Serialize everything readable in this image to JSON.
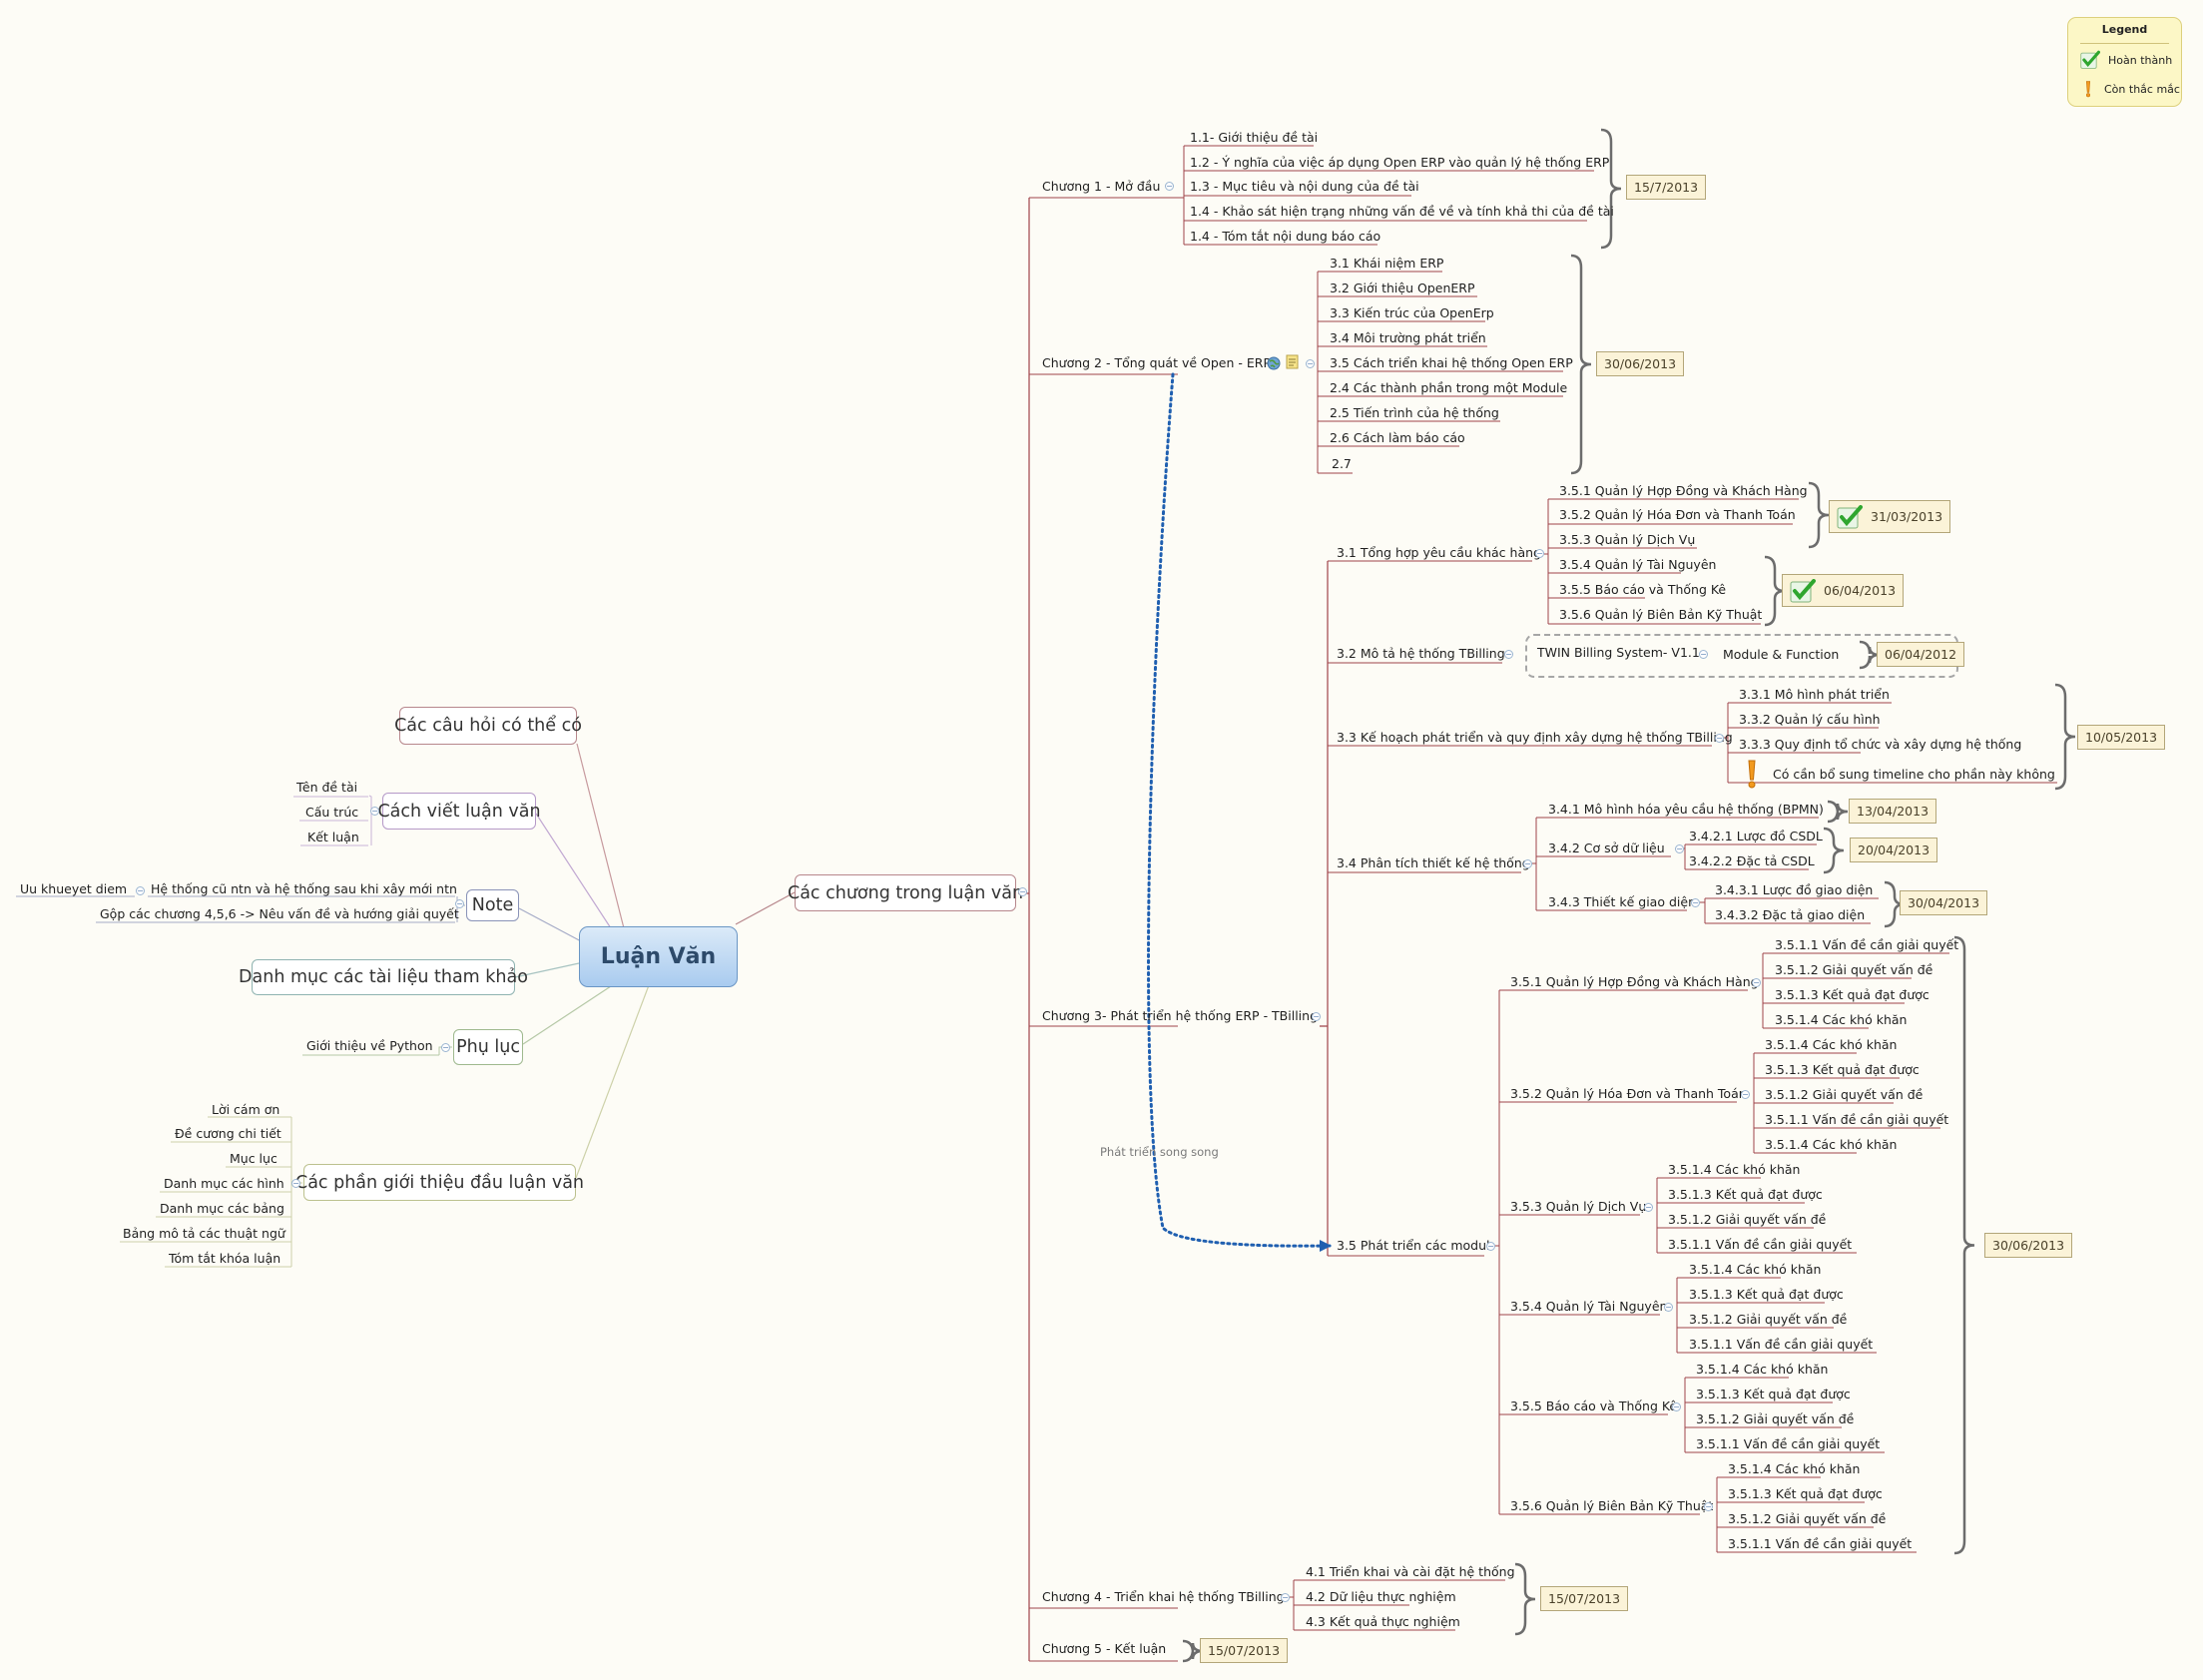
{
  "root": "Luận Văn",
  "left_branches": {
    "cau_hoi": "Các câu hỏi có thể có",
    "cach_viet": "Cách viết luận văn",
    "cach_viet_items": [
      "Tên đề tài",
      "Cấu trúc",
      "Kết luận"
    ],
    "note": "Note",
    "note_items": [
      "Hệ thống cũ ntn và hệ thống sau khi xây mới ntn",
      "Gộp các chương 4,5,6 -> Nêu vấn đề và hướng giải quyết"
    ],
    "note_sub": "Uu khueyet diem",
    "tai_lieu": "Danh mục các tài liệu tham khảo",
    "phu_luc": "Phụ lục",
    "phu_luc_items": [
      "Giới thiệu về Python"
    ],
    "gioi_thieu": "Các phần giới thiệu đầu luận văn",
    "gioi_thieu_items": [
      "Lời cám ơn",
      "Đề cương chi tiết",
      "Mục lục",
      "Danh mục các hình",
      "Danh mục các bảng",
      "Bảng mô tả các thuật ngữ",
      "Tóm tắt khóa luận"
    ]
  },
  "right_main": "Các chương trong luận văn",
  "chapters": {
    "c1": "Chương 1 - Mở đầu",
    "c1_items": [
      "1.1- Giới thiệu đề tài",
      "1.2  - Ý nghĩa của việc áp dụng Open ERP vào quản lý hệ thống ERP",
      "1.3 - Mục tiêu và nội dung của đề tài",
      "1.4 - Khảo sát hiện trạng những vấn đề về và tính khả thi của đề tài",
      "1.4 - Tóm tắt nội dung báo cáo"
    ],
    "c1_date": "15/7/2013",
    "c2": "Chương 2 - Tổng quát về Open - ERP",
    "c2_items": [
      "3.1 Khái niệm ERP",
      "3.2 Giới thiệu OpenERP",
      "3.3 Kiến trúc của OpenErp",
      "3.4 Môi trường phát triển",
      "3.5 Cách triển khai hệ thống Open ERP",
      "2.4 Các thành phần trong một Module",
      "2.5 Tiến trình của hệ thống",
      "2.6 Cách làm báo cáo",
      "2.7"
    ],
    "c2_date": "30/06/2013",
    "c3": "Chương 3- Phát triển hệ thống ERP - TBilling",
    "c4": "Chương 4 - Triển khai hệ thống TBilling",
    "c4_items": [
      "4.1 Triển khai và cài đặt hệ thống",
      "4.2 Dữ liệu thực nghiệm",
      "4.3 Kết quả thực nghiệm"
    ],
    "c4_date": "15/07/2013",
    "c5": "Chương 5 - Kết luận",
    "c5_date": "15/07/2013"
  },
  "c3": {
    "s31": "3.1 Tổng hợp yêu cầu khác hàng",
    "s31_a": [
      "3.5.1 Quản lý Hợp Đồng và Khách Hàng",
      "3.5.2 Quản lý Hóa Đơn và Thanh Toán",
      "3.5.3 Quản lý Dịch Vụ"
    ],
    "s31_a_date": "31/03/2013",
    "s31_b": [
      "3.5.4 Quản lý Tài Nguyên",
      "3.5.5 Báo cáo và Thống Kê",
      "3.5.6 Quản lý Biên Bản Kỹ Thuật"
    ],
    "s31_b_date": "06/04/2013",
    "s32": "3.2 Mô tả hệ thống TBilling",
    "s32_twin": "TWIN Billing System- V1.1",
    "s32_module": "Module & Function",
    "s32_date": "06/04/2012",
    "s33": "3.3 Kế hoạch phát triển và quy định xây dựng hệ thống TBilling",
    "s33_items": [
      "3.3.1 Mô hình phát triển",
      "3.3.2 Quản lý cấu hình",
      "3.3.3 Quy định tổ chức và xây dựng hệ thống",
      "Có cần bổ sung timeline cho phần này không"
    ],
    "s33_date": "10/05/2013",
    "s34": "3.4 Phân tích thiết kế hệ thống",
    "s341": "3.4.1 Mô hình hóa yêu cầu hệ thống (BPMN)",
    "s341_date": "13/04/2013",
    "s342": "3.4.2 Cơ sở dữ liệu",
    "s342_items": [
      "3.4.2.1 Lược đồ CSDL",
      "3.4.2.2 Đặc tả CSDL"
    ],
    "s342_date": "20/04/2013",
    "s343": "3.4.3 Thiết kế giao diện",
    "s343_items": [
      "3.4.3.1 Lược đồ giao diện",
      "3.4.3.2 Đặc tả giao diện"
    ],
    "s343_date": "30/04/2013",
    "s35": "3.5 Phát triển các modul",
    "s35_date": "30/06/2013",
    "s351": "3.5.1 Quản lý Hợp Đồng và Khách Hàng",
    "s351_items": [
      "3.5.1.1 Vấn đề cần giải quyết",
      "3.5.1.2 Giải quyết vấn đề",
      "3.5.1.3 Kết quả đạt được",
      "3.5.1.4 Các khó khăn"
    ],
    "s352": "3.5.2 Quản lý Hóa Đơn và Thanh Toán",
    "s352_items": [
      "3.5.1.4 Các khó khăn",
      "3.5.1.3 Kết quả đạt được",
      "3.5.1.2 Giải quyết vấn đề",
      "3.5.1.1 Vấn đề cần giải quyết",
      "3.5.1.4 Các khó khăn"
    ],
    "s353": "3.5.3 Quản lý Dịch Vụ",
    "s353_items": [
      "3.5.1.4 Các khó khăn",
      "3.5.1.3 Kết quả đạt được",
      "3.5.1.2 Giải quyết vấn đề",
      "3.5.1.1 Vấn đề cần giải quyết"
    ],
    "s354": "3.5.4 Quản lý Tài Nguyên",
    "s354_items": [
      "3.5.1.4 Các khó khăn",
      "3.5.1.3 Kết quả đạt được",
      "3.5.1.2 Giải quyết vấn đề",
      "3.5.1.1 Vấn đề cần giải quyết"
    ],
    "s355": "3.5.5 Báo cáo và Thống Kê",
    "s355_items": [
      "3.5.1.4 Các khó khăn",
      "3.5.1.3 Kết quả đạt được",
      "3.5.1.2 Giải quyết vấn đề",
      "3.5.1.1 Vấn đề cần giải quyết"
    ],
    "s356": "3.5.6 Quản lý Biên Bản Kỹ Thuật",
    "s356_items": [
      "3.5.1.4 Các khó khăn",
      "3.5.1.3 Kết quả đạt được",
      "3.5.1.2 Giải quyết vấn đề",
      "3.5.1.1 Vấn đề cần giải quyết"
    ]
  },
  "relation_label": "Phát triển song song",
  "legend": {
    "title": "Legend",
    "done": "Hoàn thành",
    "question": "Còn thắc mắc"
  },
  "icons": {
    "done": "check-icon",
    "question": "exclamation-icon",
    "globe": "globe-icon",
    "note": "note-icon"
  },
  "colors": {
    "branch_line": "#a0434a",
    "root_fill": "#b5d3f1",
    "relation": "#1f5fb0",
    "date_fill": "#fbf3d8",
    "check": "#2fa62f"
  }
}
